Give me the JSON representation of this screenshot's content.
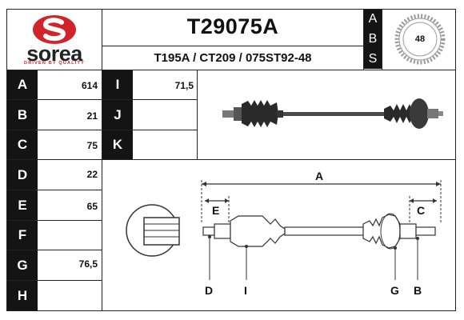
{
  "brand": {
    "name": "sorea",
    "tagline": "DRIVEN BY QUALITY",
    "color": "#d2232a"
  },
  "header": {
    "part_number": "T29075A",
    "cross_refs": "T195A / CT209 / 075ST92-48",
    "abs_letters": [
      "A",
      "B",
      "S"
    ],
    "abs_teeth": "48"
  },
  "dimensions": [
    {
      "letter": "A",
      "value": "614"
    },
    {
      "letter": "B",
      "value": "21"
    },
    {
      "letter": "C",
      "value": "75"
    },
    {
      "letter": "D",
      "value": "22"
    },
    {
      "letter": "E",
      "value": "65"
    },
    {
      "letter": "F",
      "value": ""
    },
    {
      "letter": "G",
      "value": "76,5"
    },
    {
      "letter": "H",
      "value": ""
    }
  ],
  "dimensions_right": [
    {
      "letter": "I",
      "value": "71,5"
    },
    {
      "letter": "J",
      "value": ""
    },
    {
      "letter": "K",
      "value": ""
    }
  ],
  "diagram_labels": {
    "A": "A",
    "E": "E",
    "C": "C",
    "D": "D",
    "I": "I",
    "G": "G",
    "B": "B"
  }
}
